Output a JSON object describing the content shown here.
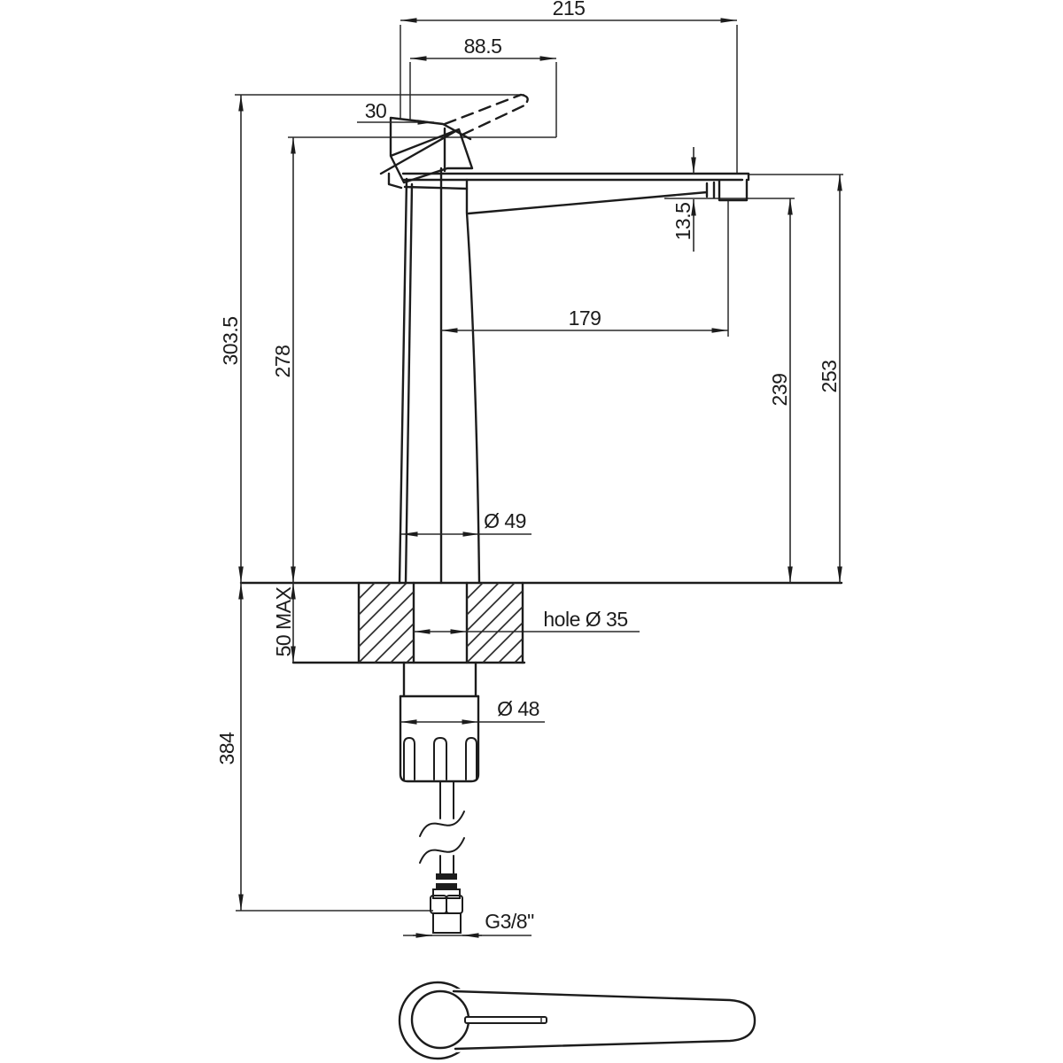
{
  "drawing": {
    "dims": {
      "d215": "215",
      "d88_5": "88.5",
      "d30": "30",
      "d13_5": "13.5",
      "d179": "179",
      "d303_5": "303.5",
      "d278": "278",
      "d239": "239",
      "d253": "253",
      "d384": "384",
      "max50": "50 MAX",
      "dia49": "Ø 49",
      "dia48": "Ø 48",
      "hole35": "hole  Ø 35",
      "thread": "G3/8\""
    }
  }
}
